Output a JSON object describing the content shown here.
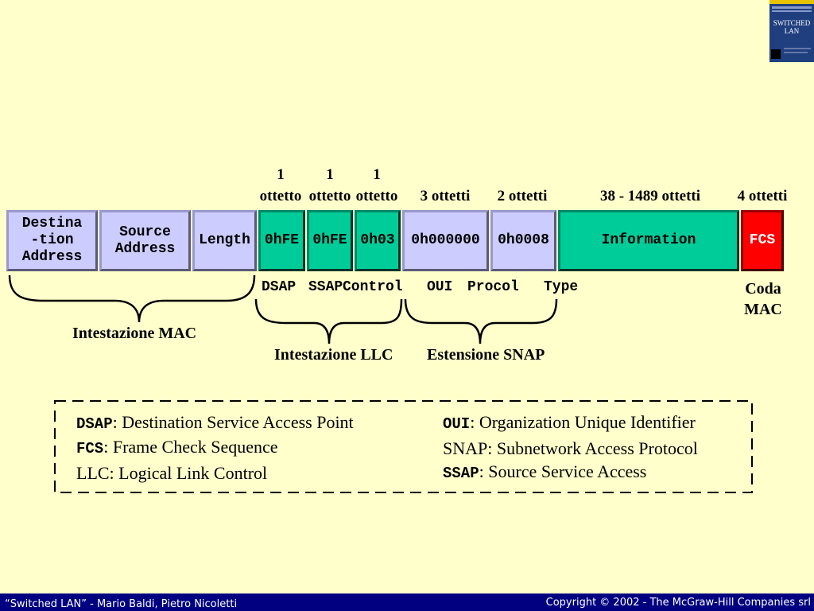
{
  "header_labels": {
    "dsap_top": "1",
    "dsap_bottom": "ottetto",
    "ssap_top": "1",
    "ssap_bottom": "ottetto",
    "control_top": "1",
    "control_bottom": "ottetto",
    "oui": "3 ottetti",
    "type": "2 ottetti",
    "info": "38 - 1489 ottetti",
    "fcs": "4 ottetti"
  },
  "frame": {
    "destination": "Destina\n-tion\nAddress",
    "source": "Source\nAddress",
    "length": "Length",
    "dsap": "0hFE",
    "ssap": "0hFE",
    "control": "0h03",
    "oui": "0h000000",
    "type": "0h0008",
    "information": "Information",
    "fcs": "FCS"
  },
  "field_labels": {
    "dsap": "DSAP",
    "ssap": "SSAP",
    "control": "Control",
    "oui": "OUI",
    "procol": "Procol",
    "type": "Type"
  },
  "captions": {
    "mac_header": "Intestazione MAC",
    "llc_header": "Intestazione LLC",
    "snap_ext": "Estensione SNAP",
    "mac_tail": "Coda\nMAC"
  },
  "legend": {
    "dsap_term": "DSAP",
    "dsap_def": ": Destination Service Access Point",
    "fcs_term": "FCS",
    "fcs_def": ": Frame Check Sequence",
    "llc": "LLC: Logical Link Control",
    "oui_term": "OUI",
    "oui_def": ": Organization Unique Identifier",
    "snap": "SNAP: Subnetwork Access Protocol",
    "ssap_term": "SSAP",
    "ssap_def": ": Source Service Access"
  },
  "book_cover": {
    "title": "SWITCHED\nLAN"
  },
  "footer": {
    "left": "“Switched LAN” - Mario Baldi, Pietro Nicoletti",
    "right": "Copyright © 2002 - The McGraw-Hill Companies srl"
  },
  "colors": {
    "background": "#FFFFCC",
    "header_fields": "#CCCCFF",
    "llc_fields": "#00CC99",
    "fcs": "#FF0000",
    "footer": "#000080"
  }
}
